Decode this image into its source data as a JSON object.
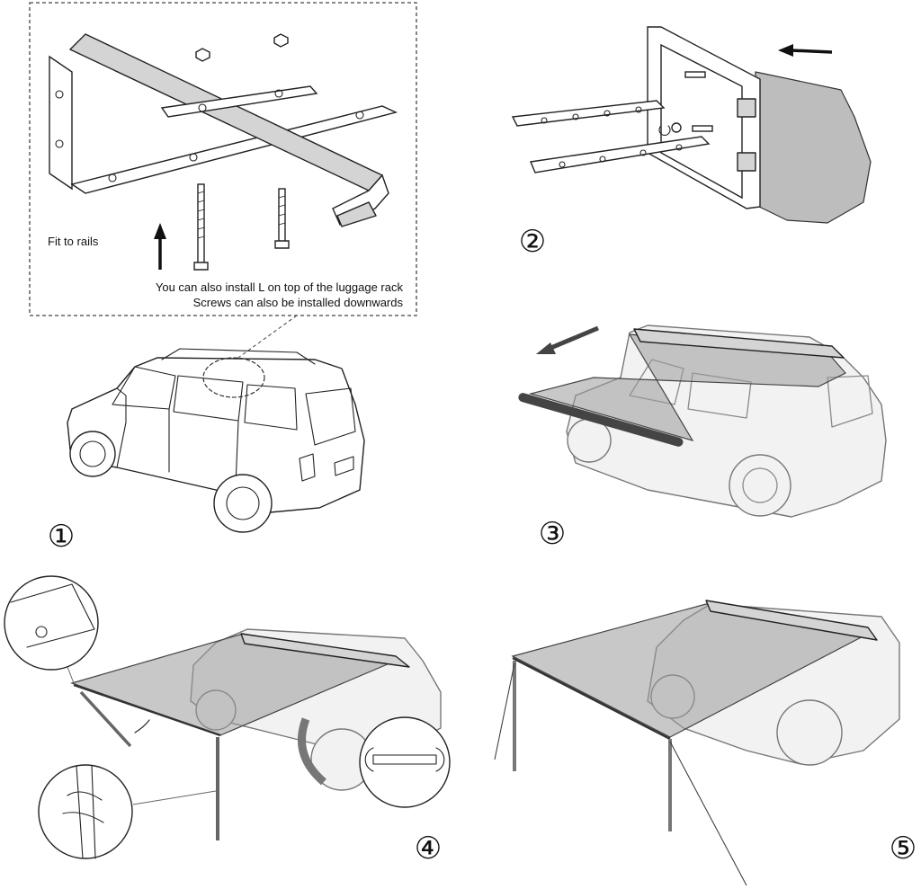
{
  "labels": {
    "fit_to_rails": "Fit to rails",
    "note_line1": "You can also install L on top of the luggage rack",
    "note_line2": "Screws can also be installed downwards"
  },
  "steps": [
    "①",
    "②",
    "③",
    "④",
    "⑤"
  ],
  "colors": {
    "ink": "#222222",
    "fabric": "#bdbdbd",
    "panel": "#d4d4d4",
    "faded": "#8a8a8a"
  }
}
